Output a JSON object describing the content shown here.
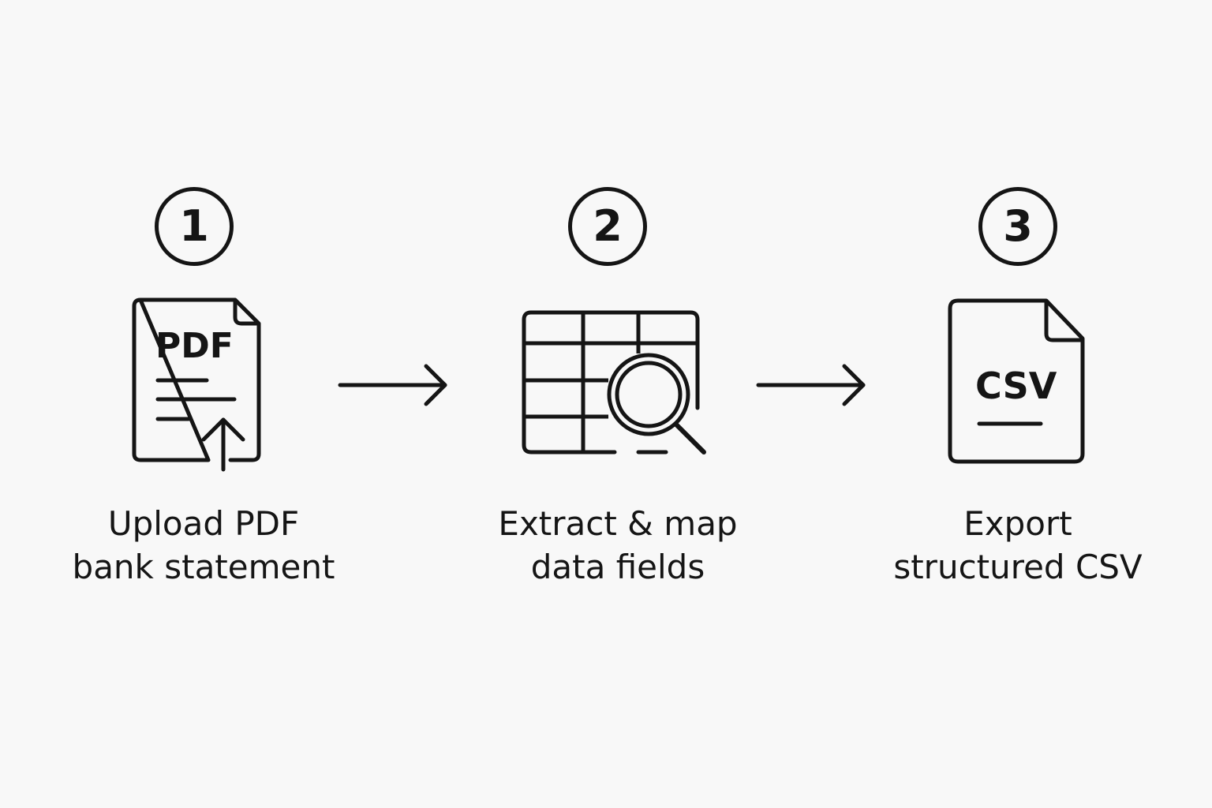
{
  "colors": {
    "ink": "#151515",
    "background": "#f8f8f8"
  },
  "steps": [
    {
      "number": "1",
      "icon": "pdf-upload-icon",
      "icon_text": "PDF",
      "label_line1": "Upload PDF",
      "label_line2": "bank statement"
    },
    {
      "number": "2",
      "icon": "table-search-icon",
      "label_line1": "Extract & map",
      "label_line2": "data fields"
    },
    {
      "number": "3",
      "icon": "csv-file-icon",
      "icon_text": "CSV",
      "label_line1": "Export",
      "label_line2": "structured CSV"
    }
  ],
  "connectors": [
    {
      "from": "1",
      "to": "2",
      "icon": "arrow-right-icon"
    },
    {
      "from": "2",
      "to": "3",
      "icon": "arrow-right-icon"
    }
  ]
}
